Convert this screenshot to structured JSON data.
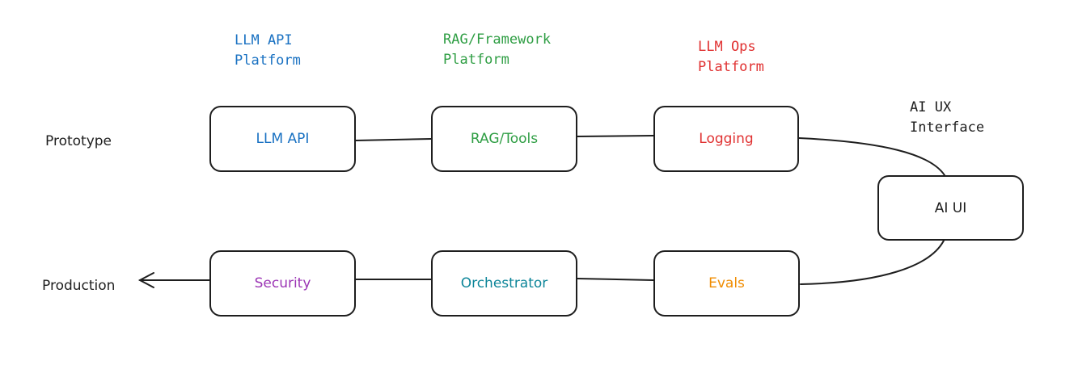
{
  "colors": {
    "ink": "#1e1e1e",
    "blue": "#1971c2",
    "green": "#2f9e44",
    "red": "#e03131",
    "purple": "#9c36b5",
    "teal": "#0c8599",
    "orange": "#f08c00"
  },
  "header_labels": {
    "llm_api_platform": {
      "line1": "LLM API",
      "line2": "Platform"
    },
    "rag_platform": {
      "line1": "RAG/Framework",
      "line2": "Platform"
    },
    "llmops_platform": {
      "line1": "LLM Ops",
      "line2": "Platform"
    },
    "ai_ux_interface": {
      "line1": "AI UX",
      "line2": "Interface"
    }
  },
  "stages": {
    "prototype": "Prototype",
    "production": "Production"
  },
  "nodes": {
    "llm_api": "LLM API",
    "rag_tools": "RAG/Tools",
    "logging": "Logging",
    "ai_ui": "AI UI",
    "security": "Security",
    "orchestrator": "Orchestrator",
    "evals": "Evals"
  }
}
